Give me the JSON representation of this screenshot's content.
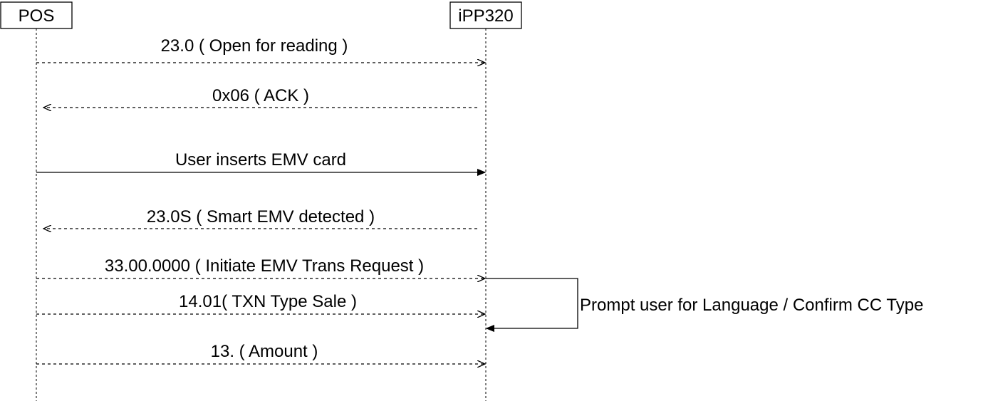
{
  "actors": {
    "pos": "POS",
    "terminal": "iPP320"
  },
  "messages": [
    {
      "label": "23.0 ( Open for reading )",
      "from": "POS",
      "to": "iPP320",
      "style": "dashed"
    },
    {
      "label": "0x06 ( ACK )",
      "from": "iPP320",
      "to": "POS",
      "style": "dashed"
    },
    {
      "label": "User inserts EMV card",
      "from": "POS",
      "to": "iPP320",
      "style": "solid"
    },
    {
      "label": "23.0S ( Smart EMV detected )",
      "from": "iPP320",
      "to": "POS",
      "style": "dashed"
    },
    {
      "label": "33.00.0000 ( Initiate EMV Trans Request )",
      "from": "POS",
      "to": "iPP320",
      "style": "dashed"
    },
    {
      "label": "14.01( TXN Type Sale )",
      "from": "POS",
      "to": "iPP320",
      "style": "dashed"
    },
    {
      "label": "13. ( Amount )",
      "from": "POS",
      "to": "iPP320",
      "style": "dashed"
    }
  ],
  "self_message": {
    "label": "Prompt user for Language / Confirm CC Type",
    "actor": "iPP320",
    "style": "solid"
  }
}
